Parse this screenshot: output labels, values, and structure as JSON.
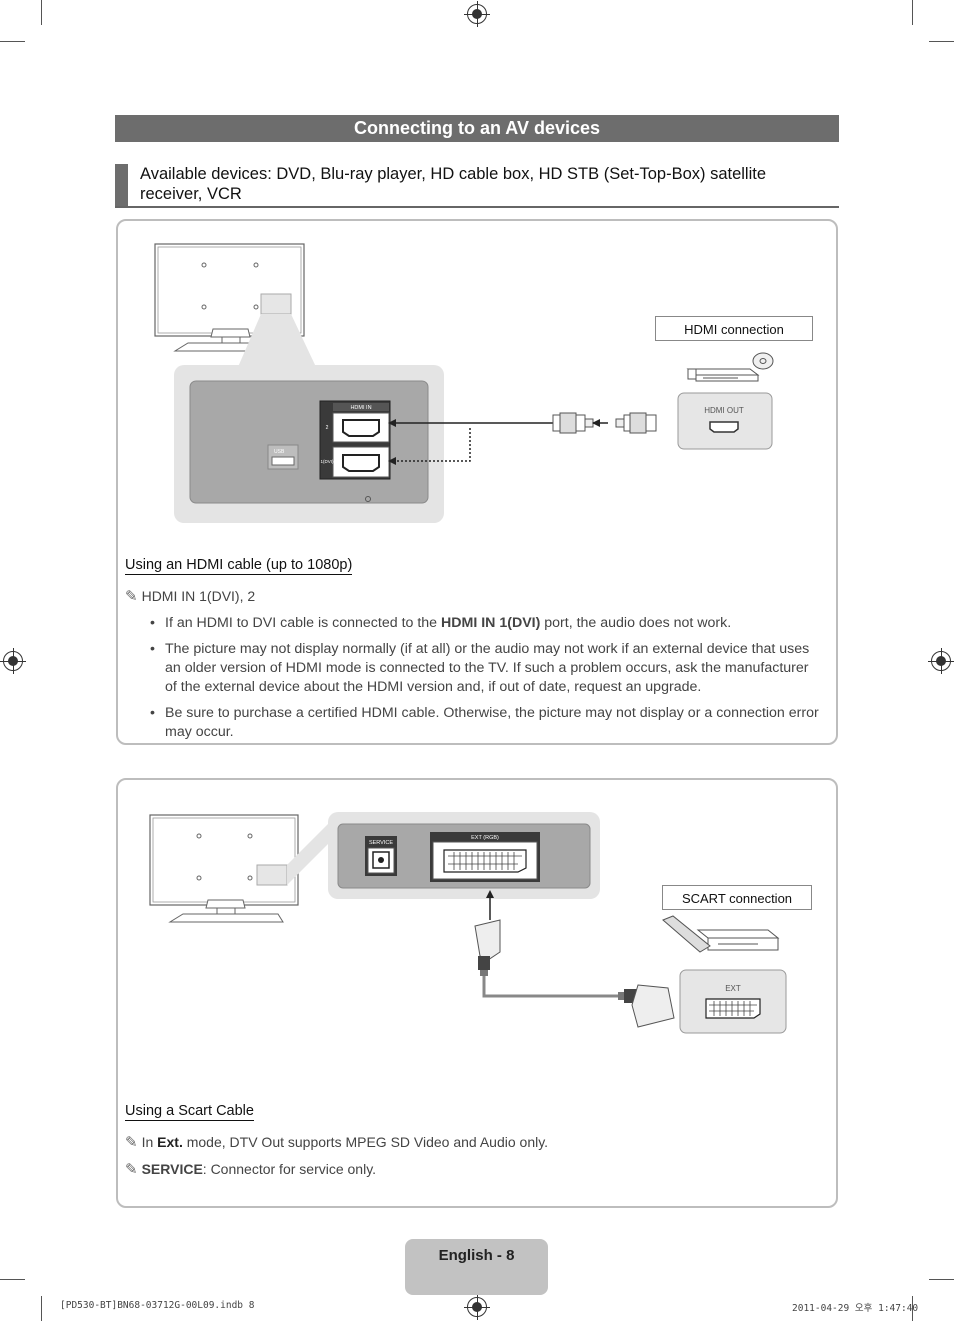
{
  "page": {
    "title": "Connecting to an AV devices",
    "subheading": "Available devices: DVD, Blu-ray player, HD cable box, HD STB (Set-Top-Box) satellite receiver, VCR"
  },
  "hdmi": {
    "connection_label": "HDMI connection",
    "port_top_label": "HDMI IN",
    "port_2": "2",
    "port_1": "1(DVI)",
    "usb_label": "USB",
    "device_port_label": "HDMI OUT",
    "section_title": "Using an HDMI cable (up to 1080p)",
    "note_title": "HDMI IN 1(DVI), 2",
    "bullet1_pre": "If an HDMI to DVI cable is connected to the ",
    "bullet1_bold": "HDMI IN 1(DVI)",
    "bullet1_post": " port, the audio does not work.",
    "bullet2": "The picture may not display normally (if at all) or the audio may not work if an external device that uses an older version of HDMI mode is connected to the TV. If such a problem occurs, ask the manufacturer of the external device about the HDMI version and, if out of date, request an upgrade.",
    "bullet3": "Be sure to purchase a certified HDMI cable. Otherwise, the picture may not display or a connection error may occur."
  },
  "scart": {
    "connection_label": "SCART connection",
    "service_label": "SERVICE",
    "ext_label": "EXT (RGB)",
    "device_port_label": "EXT",
    "section_title": "Using a Scart Cable",
    "note1_pre": "In ",
    "note1_bold": "Ext.",
    "note1_post": " mode, DTV Out supports MPEG SD Video and Audio only.",
    "note2_bold": "SERVICE",
    "note2_post": ": Connector for service only."
  },
  "footer": {
    "page_label": "English - 8",
    "file_info": "[PD530-BT]BN68-03712G-00L09.indb   8",
    "timestamp": "2011-04-29   오후 1:47:40"
  },
  "icons": {
    "note": "pencil-icon",
    "registration": "registration-mark-icon"
  },
  "colors": {
    "title_bar": "#6d6d6d",
    "panel_border": "#bdbdbd",
    "footer_tab": "#c2c2c2"
  }
}
